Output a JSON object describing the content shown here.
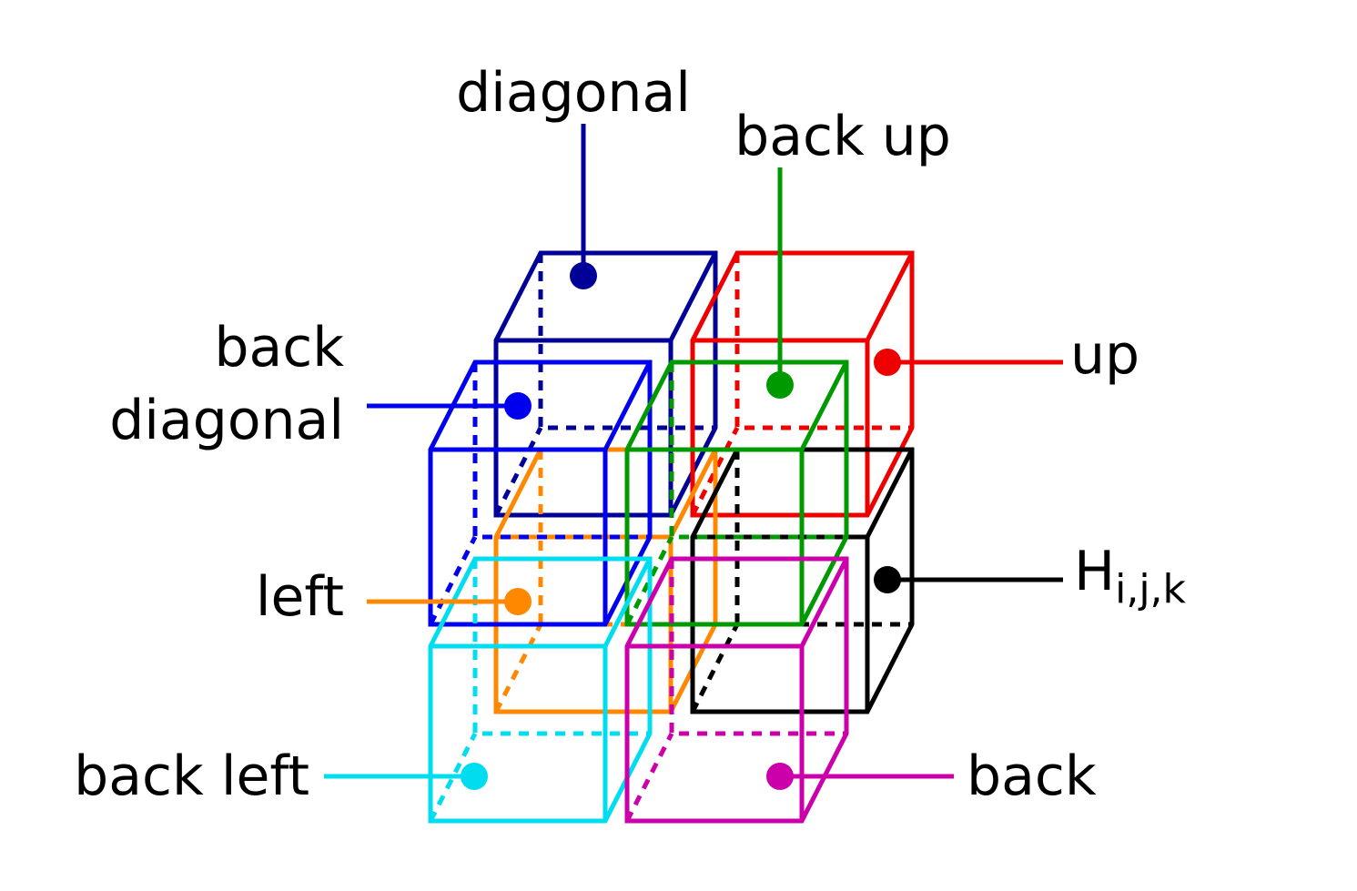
{
  "labels": {
    "diagonal": "diagonal",
    "back_up": "back up",
    "back_diagonal_line1": "back",
    "back_diagonal_line2": "diagonal",
    "up": "up",
    "left": "left",
    "h_main": "H",
    "h_sub": "i,j,k",
    "back_left": "back left",
    "back": "back"
  },
  "colors": {
    "diagonal": "#000099",
    "back_diagonal": "#0000ee",
    "up": "#ee0000",
    "back_up": "#009900",
    "left": "#ff8800",
    "current": "#000000",
    "back_left": "#00ddee",
    "back": "#cc00aa"
  }
}
